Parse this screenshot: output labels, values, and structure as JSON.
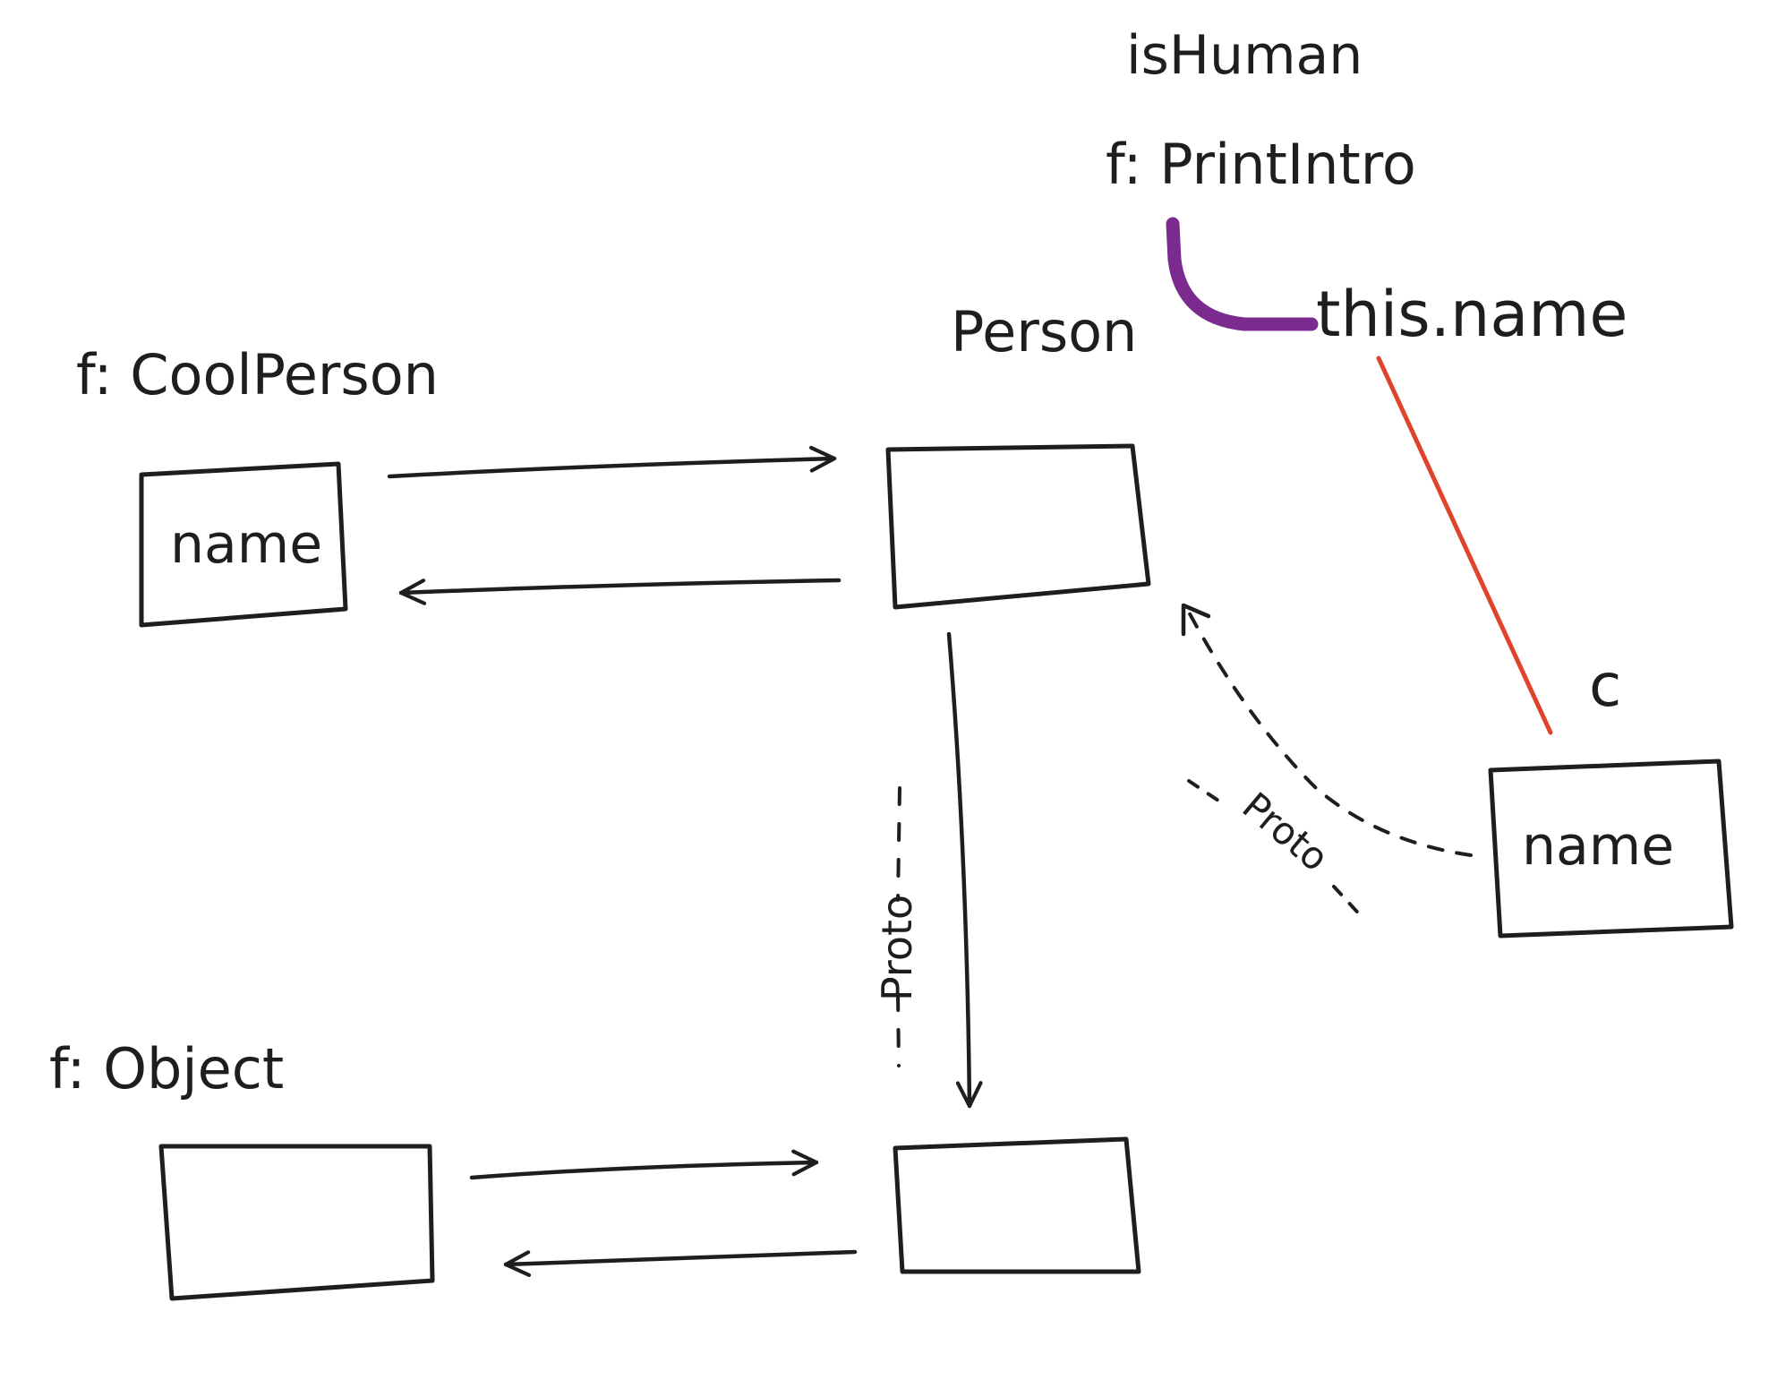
{
  "colors": {
    "ink": "#1e1e1e",
    "purple": "#7b2a8e",
    "red": "#e0432b",
    "paper": "#ffffff"
  },
  "top": {
    "is_human": "isHuman",
    "print_intro": "f: PrintIntro",
    "this_name": "this.name"
  },
  "cool_person": {
    "label": "f: CoolPerson",
    "field": "name"
  },
  "person": {
    "label": "Person"
  },
  "object": {
    "label": "f: Object"
  },
  "instance_c": {
    "label": "c",
    "field": "name"
  },
  "proto_labels": {
    "vertical": "Proto",
    "diagonal": "Proto"
  }
}
